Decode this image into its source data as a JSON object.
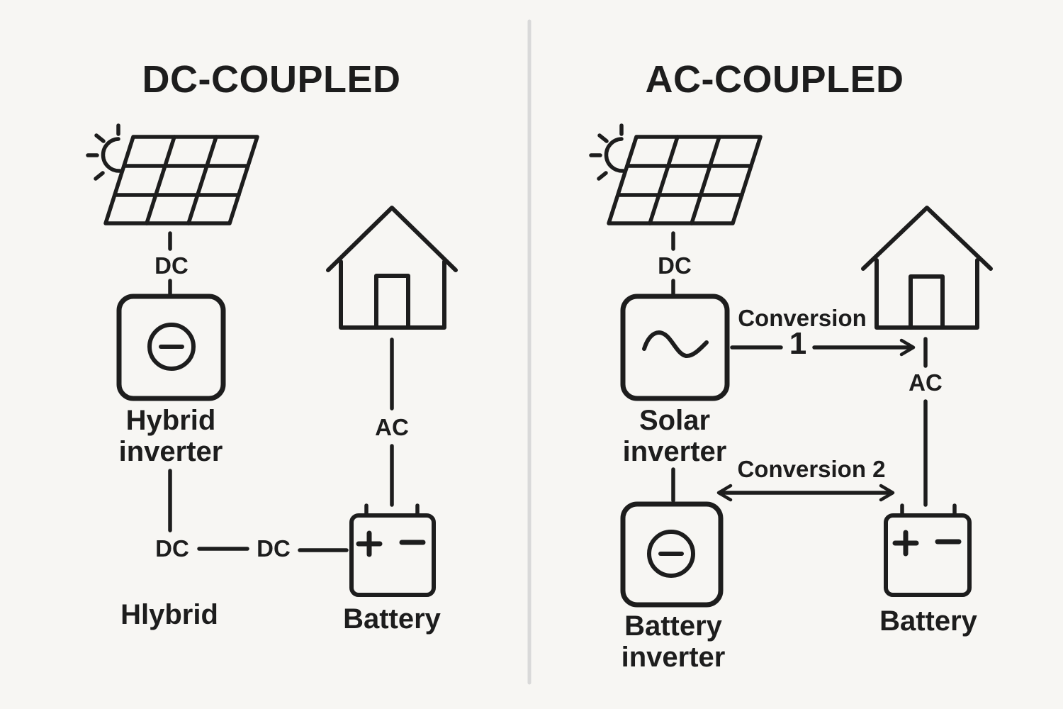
{
  "colors": {
    "background": "#f7f6f3",
    "line": "#1d1d1d",
    "divider": "#d9d9d9"
  },
  "left": {
    "title": "DC-COUPLED",
    "panel_wire_label": "DC",
    "inverter": {
      "line1": "Hybrid",
      "line2": "inverter"
    },
    "dc_wire_label_1": "DC",
    "dc_wire_label_2": "DC",
    "inverter_caption": "Hlybrid",
    "battery_label": "Battery",
    "house_wire_label": "AC"
  },
  "right": {
    "title": "AC-COUPLED",
    "panel_wire_label": "DC",
    "solar_inverter": {
      "line1": "Solar",
      "line2": "inverter"
    },
    "conversion1": {
      "label": "Conversion",
      "number": "1"
    },
    "house_wire_label": "AC",
    "conversion2_label": "Conversion 2",
    "battery_inverter": {
      "line1": "Battery",
      "line2": "inverter"
    },
    "battery_label": "Battery"
  }
}
